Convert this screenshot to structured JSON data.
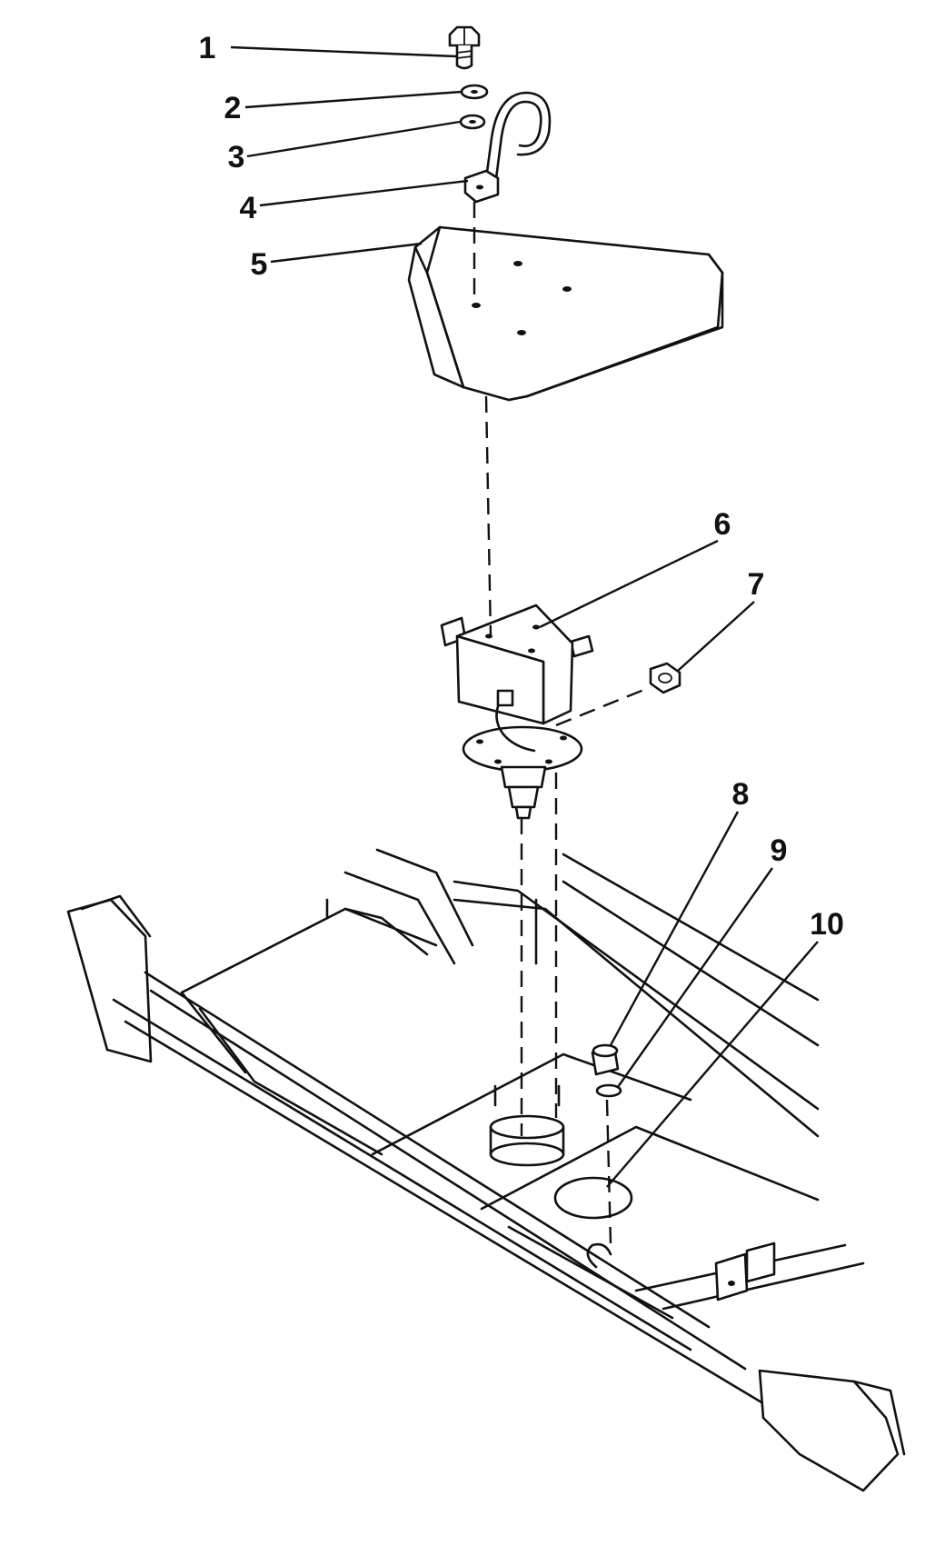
{
  "callouts": [
    {
      "label": "1"
    },
    {
      "label": "2"
    },
    {
      "label": "3"
    },
    {
      "label": "4"
    },
    {
      "label": "5"
    },
    {
      "label": "6"
    },
    {
      "label": "7"
    },
    {
      "label": "8"
    },
    {
      "label": "9"
    },
    {
      "label": "10"
    }
  ],
  "colors": {
    "ink": "#111111",
    "paper": "#ffffff"
  }
}
